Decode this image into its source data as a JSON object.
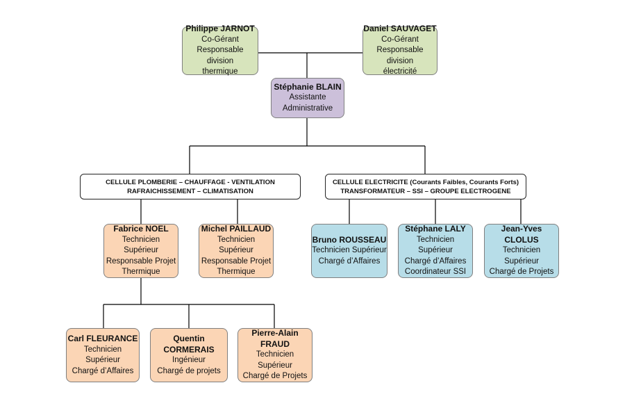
{
  "managers": [
    {
      "name": "Philippe JARNOT",
      "lines": [
        "Co-Gérant",
        "Responsable division",
        "thermique"
      ]
    },
    {
      "name": "Daniel SAUVAGET",
      "lines": [
        "Co-Gérant",
        "Responsable division",
        "électricité"
      ]
    }
  ],
  "assistant": {
    "name": "Stéphanie BLAIN",
    "lines": [
      "Assistante",
      "Administrative"
    ]
  },
  "cells": [
    {
      "lines": [
        "CELLULE PLOMBERIE – CHAUFFAGE - VENTILATION",
        "RAFRAICHISSEMENT – CLIMATISATION"
      ]
    },
    {
      "lines": [
        "CELLULE ELECTRICITE (Courants Faibles,  Courants Forts)",
        "TRANSFORMATEUR – SSI – GROUPE  ELECTROGENE"
      ]
    }
  ],
  "plumbing_leads": [
    {
      "name": "Fabrice NOEL",
      "lines": [
        "Technicien Supérieur",
        "Responsable Projet",
        "Thermique"
      ]
    },
    {
      "name": "Michel PAILLAUD",
      "lines": [
        "Technicien Supérieur",
        "Responsable Projet",
        "Thermique"
      ]
    }
  ],
  "plumbing_team": [
    {
      "name": "Carl FLEURANCE",
      "lines": [
        "Technicien Supérieur",
        "Chargé d’Affaires"
      ]
    },
    {
      "name": "Quentin CORMERAIS",
      "lines": [
        "Ingénieur",
        "Chargé de projets"
      ]
    },
    {
      "name": "Pierre-Alain FRAUD",
      "lines": [
        "Technicien Supérieur",
        "Chargé de Projets"
      ]
    }
  ],
  "electric_team": [
    {
      "name": "Bruno ROUSSEAU",
      "lines": [
        "Technicien Supérieur",
        "Chargé d’Affaires"
      ]
    },
    {
      "name": "Stéphane LALY",
      "lines": [
        "Technicien Supérieur",
        "Chargé d’Affaires",
        "Coordinateur SSI"
      ]
    },
    {
      "name": "Jean-Yves CLOLUS",
      "lines": [
        "Technicien Supérieur",
        "Chargé de Projets"
      ]
    }
  ]
}
